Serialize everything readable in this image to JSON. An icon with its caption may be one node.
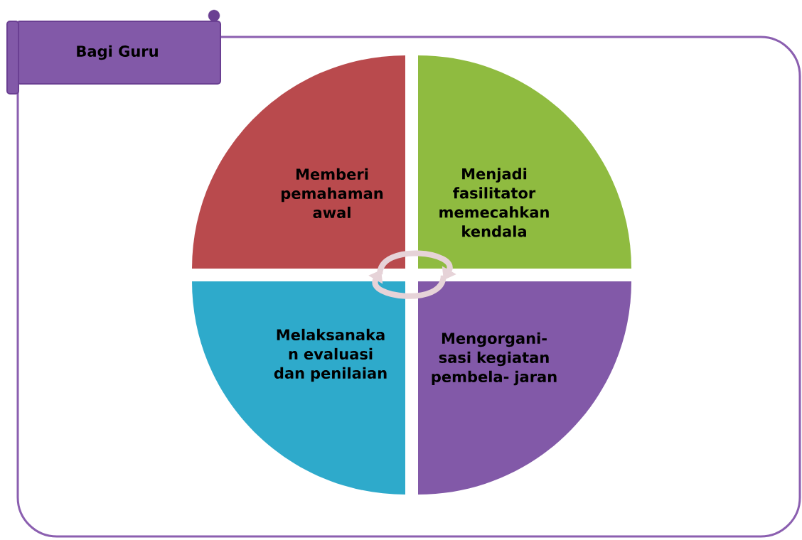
{
  "diagram": {
    "nodes": [
      {
        "text": [
          "Bagi Guru"
        ]
      },
      {
        "text": [
          "Memberi pemahaman awal"
        ]
      },
      {
        "text": [
          "Menjadi fasilitator memecahkan kendala"
        ]
      },
      {
        "text": [
          "Melaksanaka n evaluasi dan penilaian"
        ]
      },
      {
        "text": [
          "Mengorgani- sasi kegiatan pembela- jaran"
        ]
      }
    ],
    "edges": [
      {
        "from": 1,
        "to": 2,
        "arrow": "to"
      },
      {
        "from": 4,
        "to": 3,
        "arrow": "to"
      }
    ]
  }
}
